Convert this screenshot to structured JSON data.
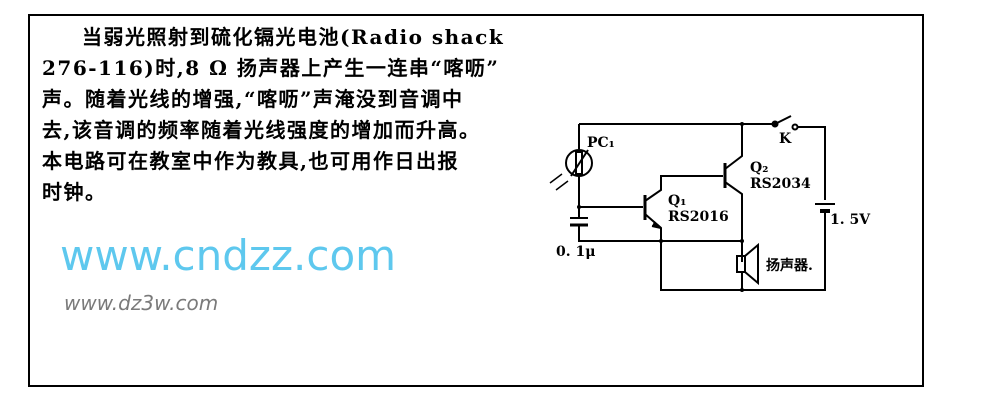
{
  "document": {
    "paragraph_lines": [
      "当弱光照射到硫化镉光电池(Radio shack",
      "276-116)时,8 Ω 扬声器上产生一连串“喀呖”",
      "声。随着光线的增强,“喀呖”声淹没到音调中",
      "去,该音调的频率随着光线强度的增加而升高。",
      "本电路可在教室中作为教具,也可用作日出报",
      "时钟。"
    ]
  },
  "circuit": {
    "photocell_label": "PC₁",
    "switch_label": "K",
    "q1_label": "Q₁",
    "q1_part": "RS2016",
    "q2_label": "Q₂",
    "q2_part": "RS2034",
    "capacitor_label": "0. 1μ",
    "battery_label": "1. 5V",
    "speaker_label": "扬声器."
  },
  "watermarks": {
    "primary": "www.cndzz.com",
    "secondary": "www.dz3w.com"
  }
}
